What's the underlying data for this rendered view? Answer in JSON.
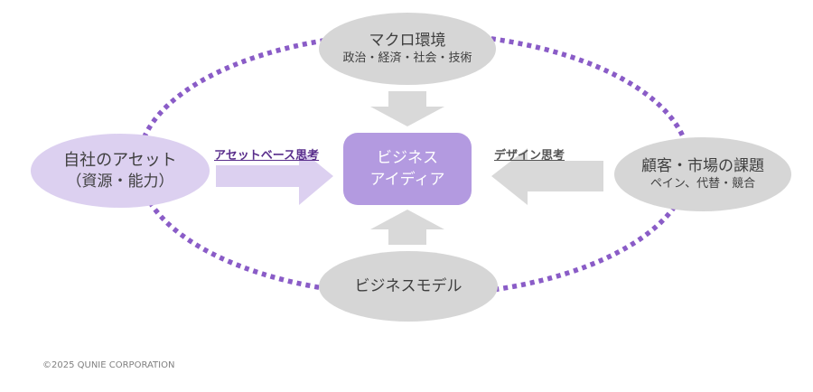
{
  "center": {
    "line1": "ビジネス",
    "line2": "アイディア"
  },
  "top": {
    "title": "マクロ環境",
    "subtitle": "政治・経済・社会・技術"
  },
  "left": {
    "title": "自社のアセット",
    "subtitle": "（資源・能力）"
  },
  "right": {
    "title": "顧客・市場の課題",
    "subtitle": "ペイン、代替・競合"
  },
  "bottom": {
    "title": "ビジネスモデル"
  },
  "labels": {
    "asset_based": "アセットベース思考",
    "design_thinking": "デザイン思考"
  },
  "footer": {
    "copyright": "©2025 QUNIE CORPORATION"
  },
  "colors": {
    "accent_purple": "#b39ae0",
    "lilac": "#dcd0f0",
    "gray": "#d6d6d6",
    "arrow_gray": "#d9d9d9",
    "arrow_lilac": "#dcd0f0",
    "dotted_ring": "#8a5cc7",
    "label_purple": "#5a2e8c"
  }
}
